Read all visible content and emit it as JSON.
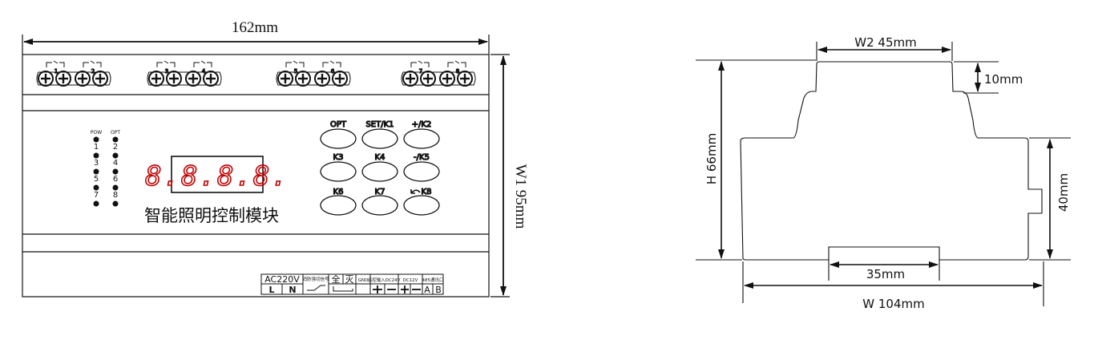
{
  "front_view": {
    "width_label": "162mm",
    "height_label": "W1  95mm",
    "product_name": "智能照明控制模块",
    "display_digits": "8.8.8.8.",
    "led_headers": [
      "POW",
      "OPT"
    ],
    "led_labels": [
      "1",
      "2",
      "3",
      "4",
      "5",
      "6",
      "7",
      "8"
    ],
    "buttons": [
      "OPT",
      "SET/K1",
      "+/K2",
      "K3",
      "K4",
      "-/K5",
      "K6",
      "K7",
      "K8"
    ],
    "relay_numbers": [
      "1",
      "2",
      "3",
      "4",
      "5",
      "6",
      "7",
      "8"
    ],
    "terminal_block": {
      "power_label": "AC220V",
      "power_pins": [
        "L",
        "N"
      ],
      "fire_label": "消防强切信号",
      "on_label": "全",
      "off_label": "灭",
      "gnd_label": "GND",
      "sensor_label": "遥控输入DC24V",
      "dc_label": "DC12V",
      "rs485_label": "485通讯口",
      "rs485_pins": [
        "A",
        "B"
      ]
    }
  },
  "side_view": {
    "top_width_label": "W2  45mm",
    "top_step_label": "10mm",
    "height_label": "H  66mm",
    "right_height_label": "40mm",
    "rail_width_label": "35mm",
    "bottom_width_label": "W   104mm"
  },
  "colors": {
    "line": "#111111",
    "display_digits": "#c00000"
  }
}
